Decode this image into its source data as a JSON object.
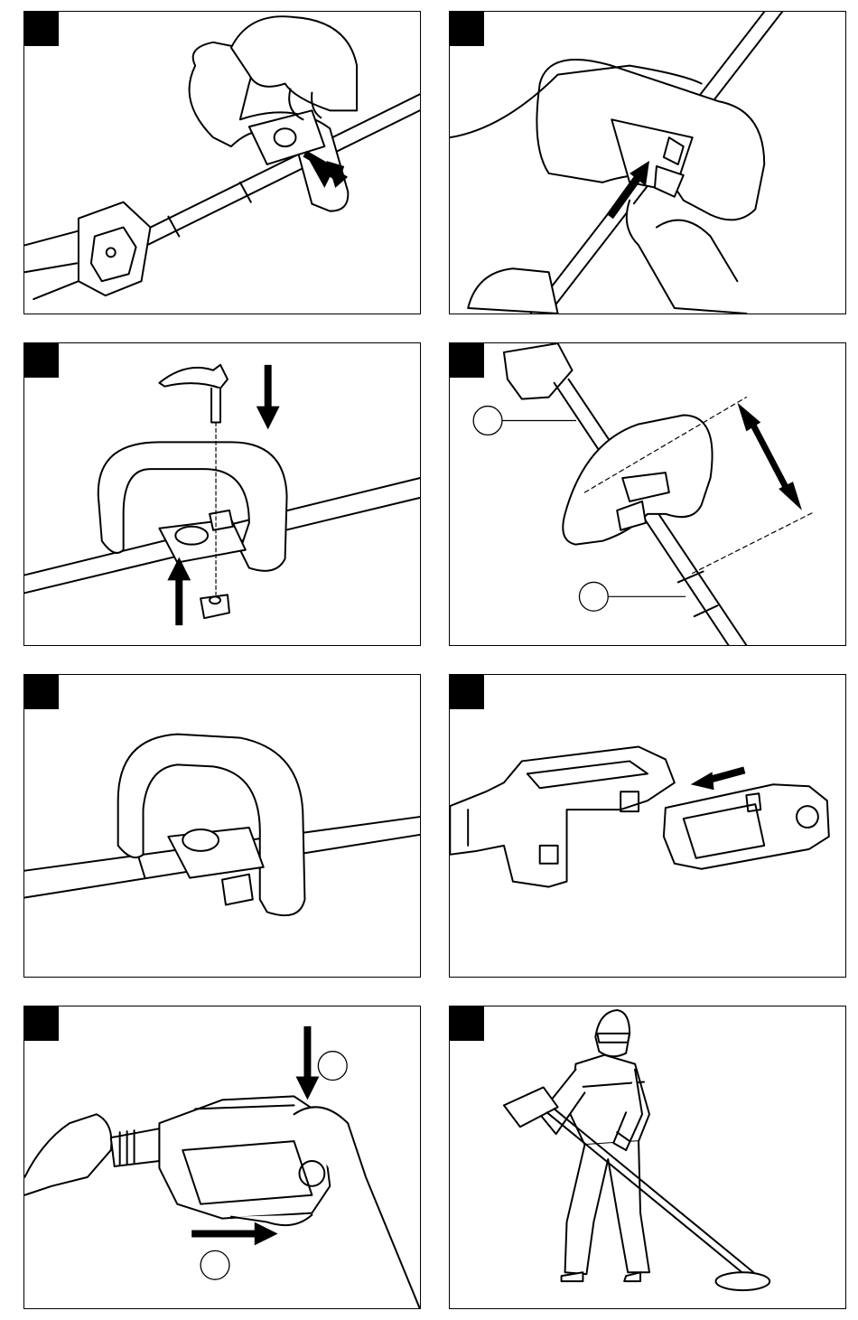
{
  "page": {
    "panels": [
      {
        "id": "step-1",
        "illustration": "pull-handle-off-shaft"
      },
      {
        "id": "step-2",
        "illustration": "push-clamp-onto-shaft"
      },
      {
        "id": "step-3",
        "illustration": "insert-bolt-and-nut"
      },
      {
        "id": "step-4",
        "illustration": "adjust-handle-position-callouts"
      },
      {
        "id": "step-5",
        "illustration": "handle-mounted"
      },
      {
        "id": "step-6",
        "illustration": "battery-slide-onto-mount"
      },
      {
        "id": "step-7",
        "illustration": "battery-insert-with-hand-callouts"
      },
      {
        "id": "step-8",
        "illustration": "operator-using-trimmer"
      }
    ]
  }
}
